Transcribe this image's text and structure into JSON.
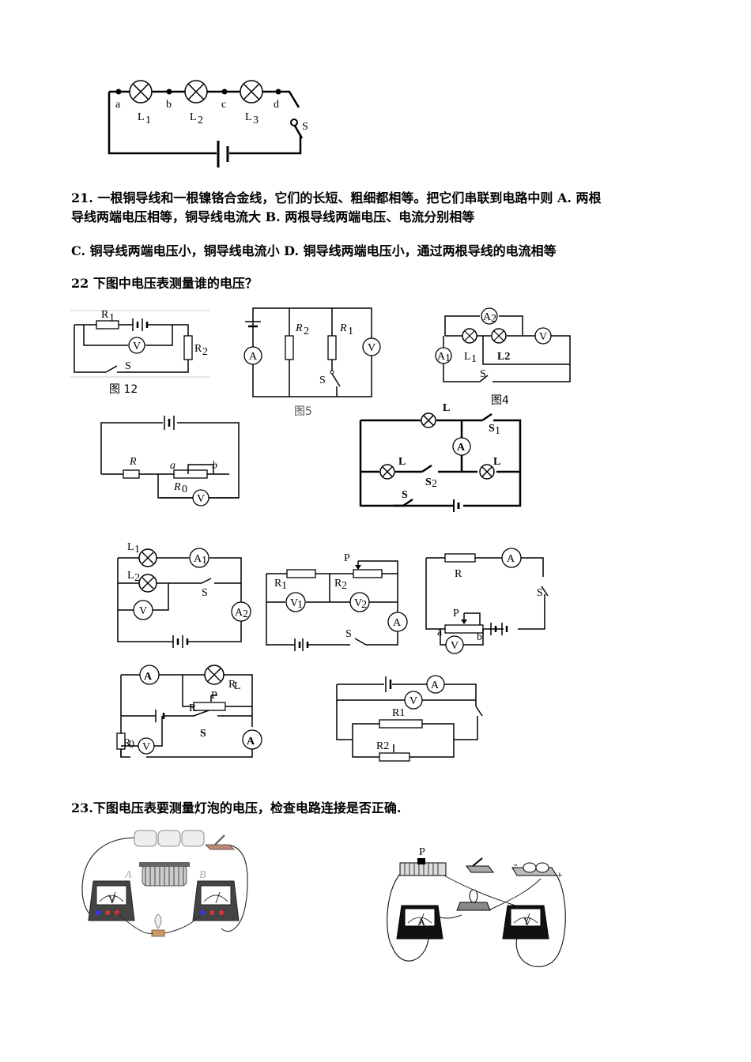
{
  "top_circuit": {
    "node_labels": [
      "a",
      "b",
      "c",
      "d"
    ],
    "lamp_labels": [
      "L",
      "L",
      "L"
    ],
    "lamp_subscripts": [
      "1",
      "2",
      "3"
    ],
    "switch_label": "S"
  },
  "q21": {
    "line1": "21. 一根铜导线和一根镍铬合金线，它们的长短、粗细都相等。把它们串联到电路中则 A. 两根",
    "line2": "导线两端电压相等，铜导线电流大    B. 两根导线两端电压、电流分别相等",
    "line3": "C. 铜导线两端电压小，铜导线电流小   D. 铜导线两端电压小，通过两根导线的电流相等"
  },
  "q22": {
    "title": "22  下图中电压表测量谁的电压？",
    "fig12": {
      "caption": "图 12",
      "r1": "R",
      "r1_sub": "1",
      "r2": "R",
      "r2_sub": "2",
      "v": "V",
      "s": "S"
    },
    "fig5": {
      "caption": "图5",
      "a": "A",
      "r2": "R",
      "r2_sub": "2",
      "r1": "R",
      "r1_sub": "1",
      "v": "V",
      "s": "S"
    },
    "fig4": {
      "caption": "图4",
      "a2": "A",
      "a2_sub": "2",
      "a1": "A",
      "a1_sub": "1",
      "l1": "L",
      "l1_sub": "1",
      "l2": "L2",
      "v": "V",
      "s": "S"
    },
    "fig_r": {
      "r": "R",
      "a": "a",
      "b": "b",
      "r0": "R",
      "r0_sub": "0",
      "v": "V"
    },
    "fig_s": {
      "l1": "L",
      "s1": "S",
      "s1_sub": "1",
      "a": "A",
      "l2": "L",
      "l3": "L",
      "s2": "S",
      "s2_sub": "2",
      "s": "S"
    },
    "fig_m1": {
      "l1": "L",
      "l1_sub": "1",
      "l2": "L",
      "l2_sub": "2",
      "a1": "A",
      "a1_sub": "1",
      "a2": "A",
      "a2_sub": "2",
      "v": "V",
      "s": "S"
    },
    "fig_m2": {
      "p": "P",
      "r1": "R",
      "r1_sub": "1",
      "r2": "R",
      "r2_sub": "2",
      "v1": "V",
      "v1_sub": "1",
      "v2": "V",
      "v2_sub": "2",
      "a": "A",
      "s": "S"
    },
    "fig_m3": {
      "r": "R",
      "a_meter": "A",
      "s": "S",
      "p": "P",
      "a": "a",
      "b": "b",
      "v": "V"
    },
    "fig_b1": {
      "a1": "A",
      "rl": "R",
      "rl_sub": "L",
      "r": "R",
      "p": "P",
      "s": "S",
      "r0": "R",
      "r0_sub": "0",
      "v": "V",
      "a2": "A"
    },
    "fig_b2": {
      "a": "A",
      "v": "V",
      "r1": "R1",
      "r2": "R2"
    }
  },
  "q23": {
    "title": "23.下图电压表要测量灯泡的电压，检查电路连接是否正确.",
    "photo1": {
      "a": "A",
      "b": "B",
      "v": "V"
    },
    "photo2": {
      "p": "P",
      "minus": "-",
      "plus": "+",
      "v": "V",
      "a": "A"
    }
  }
}
